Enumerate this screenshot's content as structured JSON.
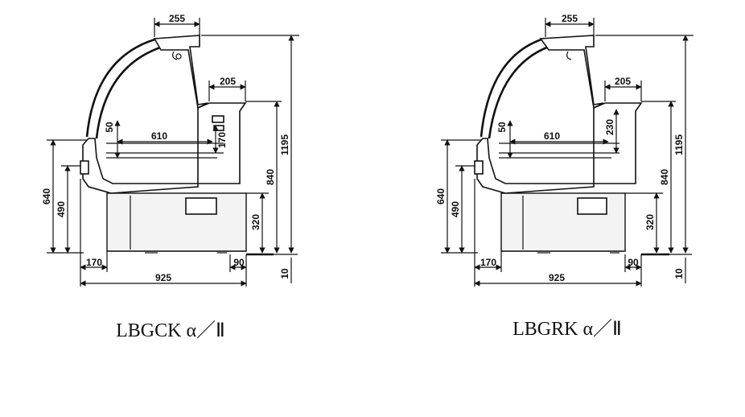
{
  "diagrams": [
    {
      "id": "left",
      "caption": "LBGCK α／Ⅱ",
      "dims": {
        "top_width": "255",
        "rear_shelf": "205",
        "shelf_depth": "610",
        "shelf_height": "50",
        "tray_height": "170",
        "total_height": "1195",
        "counter_height": "840",
        "front_height": "640",
        "front_lower": "490",
        "base_height": "320",
        "bottom_front": "170",
        "bottom_rear": "90",
        "total_depth": "925",
        "foot": "10"
      }
    },
    {
      "id": "right",
      "caption": "LBGRK α／Ⅱ",
      "dims": {
        "top_width": "255",
        "rear_shelf": "205",
        "shelf_depth": "610",
        "shelf_height": "50",
        "tray_height": "230",
        "total_height": "1195",
        "counter_height": "840",
        "front_height": "640",
        "front_lower": "490",
        "base_height": "320",
        "bottom_front": "170",
        "bottom_rear": "90",
        "total_depth": "925",
        "foot": "10"
      }
    }
  ]
}
